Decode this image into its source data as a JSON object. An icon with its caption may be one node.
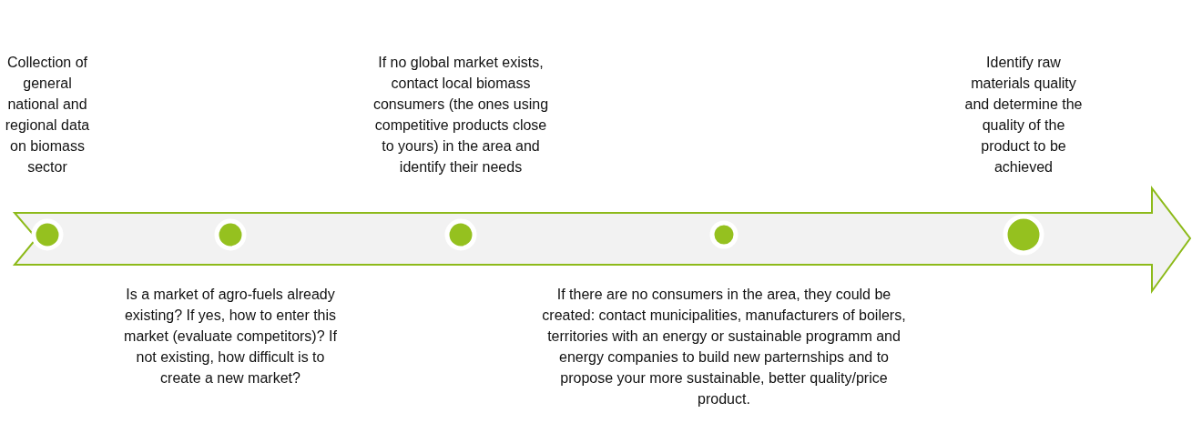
{
  "diagram": {
    "labels": [
      "Collection of general national and regional data on biomass sector",
      "Is a market of agro-fuels already existing? If yes, how to enter this market (evaluate competitors)? If not existing, how difficult is to create a new market?",
      "If no global market exists, contact local biomass consumers (the ones using competitive products close to yours) in the area and identify their needs",
      "If there are no consumers in the area, they could be created: contact municipalities, manufacturers of boilers, territories with an energy or sustainable programm and energy companies to build new parternships and to propose your more sustainable, better quality/price product.",
      "Identify raw materials quality and determine the quality of the product to be achieved"
    ]
  }
}
